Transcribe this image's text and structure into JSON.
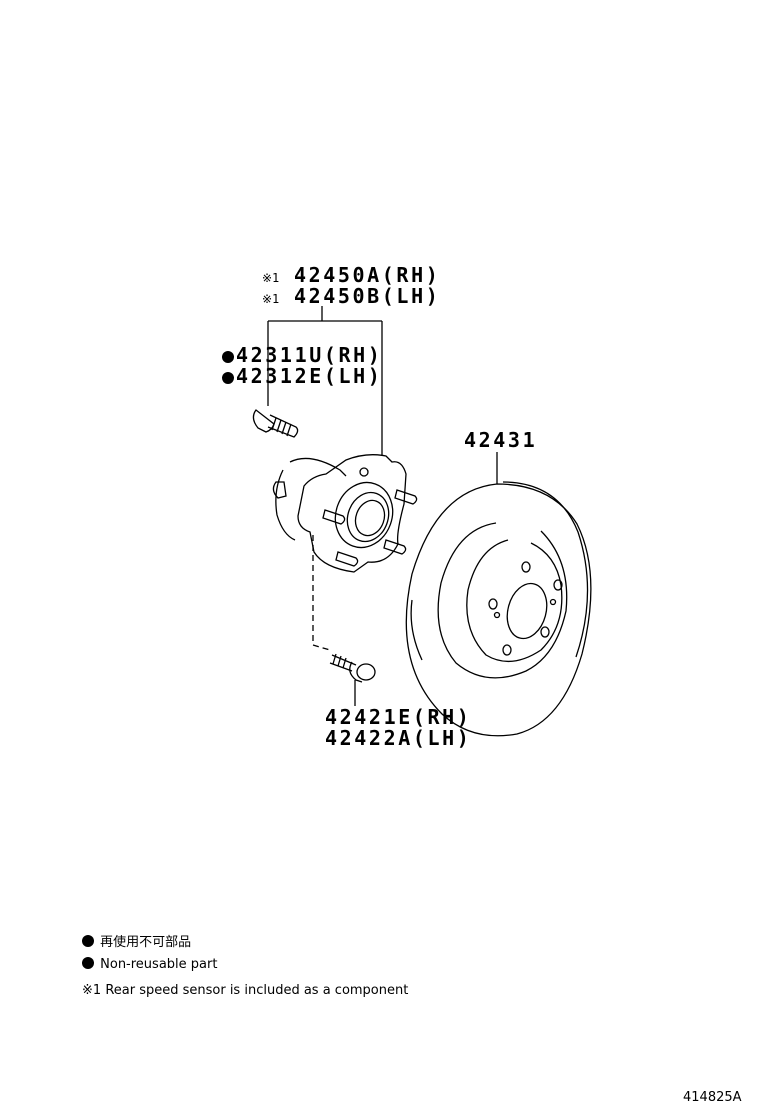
{
  "callouts": {
    "hub_assembly": {
      "marker": "※1",
      "rh": "42450A(RH)",
      "lh": "42450B(LH)"
    },
    "hub_bolt": {
      "marker": "●",
      "rh": "42311U(RH)",
      "lh": "42312E(LH)"
    },
    "disc": {
      "part": "42431"
    },
    "hub_attach_bolt": {
      "rh": "42421E(RH)",
      "lh": "42422A(LH)"
    }
  },
  "legend": {
    "non_reusable_jp": "再使用不可部品",
    "non_reusable_en": "Non-reusable part",
    "note_marker": "※1",
    "note_text": "Rear speed sensor is included as a component"
  },
  "illustration_id": "414825A"
}
